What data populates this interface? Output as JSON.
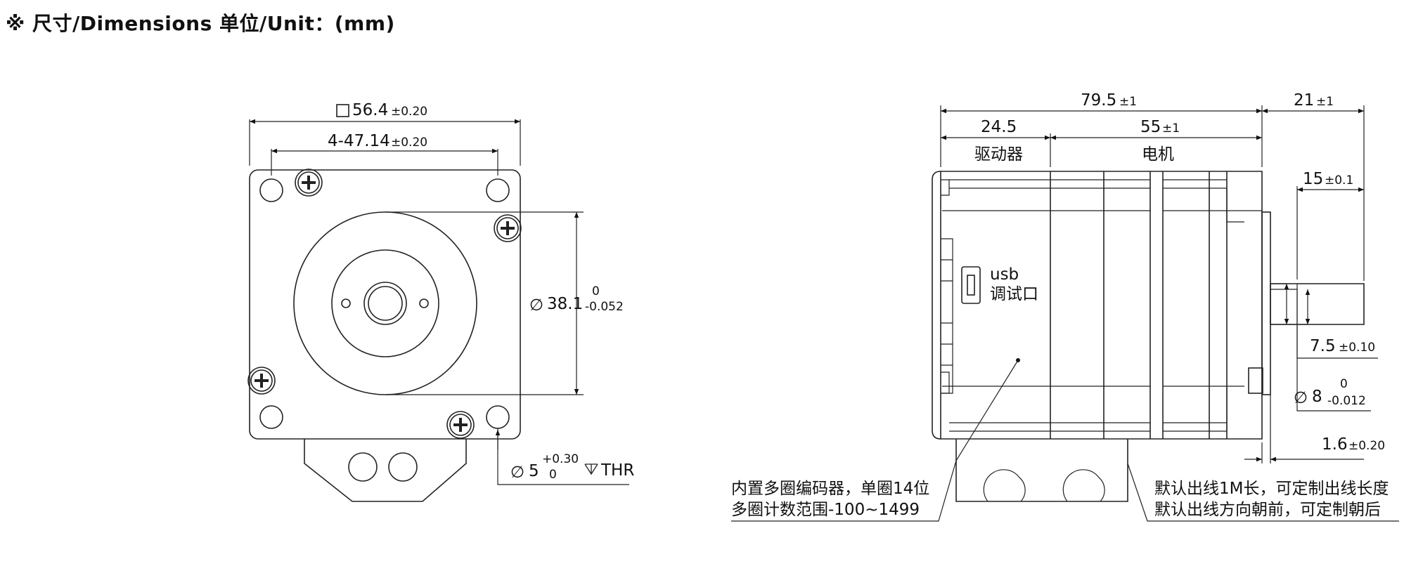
{
  "header": {
    "title": "※ 尺寸/Dimensions  单位/Unit：(mm)"
  },
  "front_view": {
    "dim_square": {
      "value": "56.4",
      "tol": "±0.20"
    },
    "dim_holes": {
      "value": "4-47.14",
      "tol": "±0.20"
    },
    "dim_pilot": {
      "prefix": "∅",
      "value": "38.1",
      "tol_upper": "0",
      "tol_lower": "-0.052"
    },
    "dim_hole_dia": {
      "prefix": "∅",
      "value": "5",
      "tol_upper": "+0.30",
      "tol_lower": "0",
      "depth": "THR"
    }
  },
  "side_view": {
    "dim_total": {
      "value": "79.5",
      "tol": "±1"
    },
    "dim_driver": {
      "value": "24.5"
    },
    "dim_motor": {
      "value": "55",
      "tol": "±1"
    },
    "dim_shaft_len": {
      "value": "21",
      "tol": "±1"
    },
    "dim_shaft_inner": {
      "value": "15",
      "tol": "±0.1"
    },
    "dim_flat": {
      "value": "7.5",
      "tol": "±0.10"
    },
    "dim_shaft_dia": {
      "prefix": "∅",
      "value": "8",
      "tol_upper": "0",
      "tol_lower": "-0.012"
    },
    "dim_flange": {
      "value": "1.6",
      "tol": "±0.20"
    },
    "label_driver": "驱动器",
    "label_motor": "电机",
    "usb_line1": "usb",
    "usb_line2": "调试口",
    "note_encoder_1": "内置多圈编码器，单圈14位",
    "note_encoder_2": "多圈计数范围-100~1499",
    "note_cable_1": "默认出线1M长，可定制出线长度",
    "note_cable_2": "默认出线方向朝前，可定制朝后"
  }
}
